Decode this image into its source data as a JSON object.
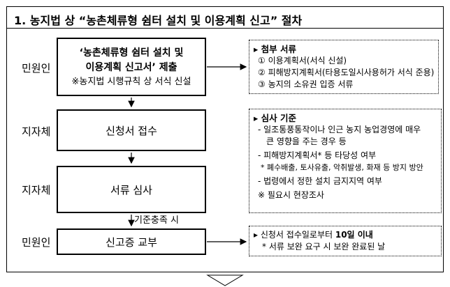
{
  "title": "1. 농지법 상 “농촌체류형 쉼터 설치 및 이용계획 신고” 절차",
  "steps": [
    {
      "actor": "민원인",
      "lines": [
        "‘농촌체류형 쉼터 설치 및",
        "이용계획 신고서’ 제출",
        "※농지법 시행규칙 상 서식 신설"
      ]
    },
    {
      "actor": "지자체",
      "label": "신청서 접수"
    },
    {
      "actor": "지자체",
      "label": "서류 심사"
    },
    {
      "actor": "민원인",
      "label": "신고증 교부"
    }
  ],
  "condition_label": "기준충족 시",
  "notes": {
    "attachments": {
      "heading": "첨부 서류",
      "items": [
        "① 이용계획서(서식 신설)",
        "② 피해방지계획서(타용도일시사용허가 서식 준용)",
        "③ 농지의 소유권 입증 서류"
      ]
    },
    "criteria": {
      "heading": "심사 기준",
      "item1_a": "- 일조통풍통작이나 인근 농지 농업경영에 매우",
      "item1_b": "큰 영향을 주는 경우 등",
      "item2": "- 피해방지계획서* 등 타당성 여부",
      "item2_note": "* 폐수배출, 토사유출, 악취발생, 화재 등 방지 방안",
      "item3": "- 법령에서 정한 설치 금지지역 여부",
      "item4": "※ 필요시 현장조사"
    },
    "issuance": {
      "heading_prefix": "신청서 접수일로부터 ",
      "heading_bold": "10일 이내",
      "note": "* 서류 보완 요구 시 보완 완료된 날"
    }
  }
}
